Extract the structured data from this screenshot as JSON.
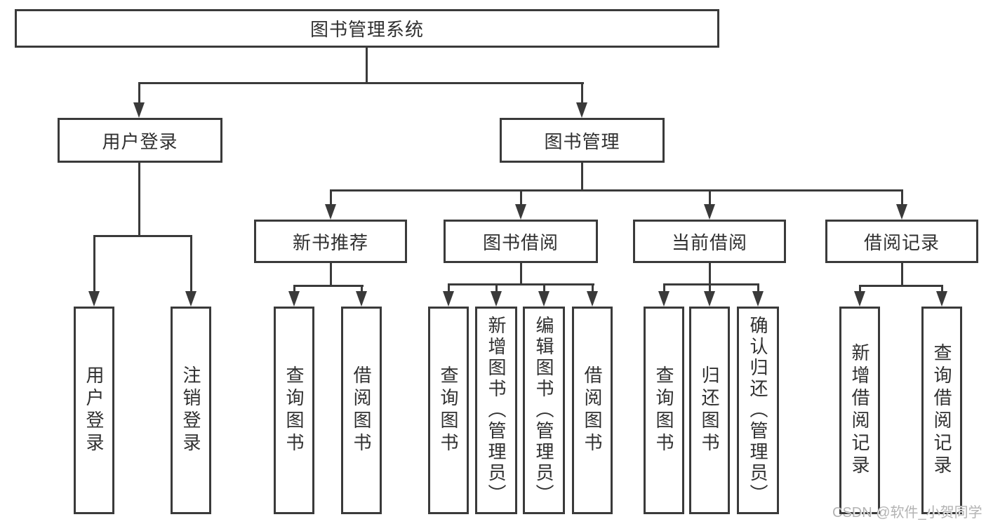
{
  "diagram_type": "hierarchy-tree",
  "nodes": {
    "root": {
      "label": "图书管理系统"
    },
    "user_login": {
      "label": "用户登录",
      "children": [
        "用户登录",
        "注销登录"
      ]
    },
    "book_mgmt": {
      "label": "图书管理"
    },
    "new_book_rec": {
      "label": "新书推荐",
      "children": [
        "查询图书",
        "借阅图书"
      ]
    },
    "book_borrow": {
      "label": "图书借阅",
      "children": [
        "查询图书",
        "新增图书（管理员）",
        "编辑图书（管理员）",
        "借阅图书"
      ]
    },
    "current_borrow": {
      "label": "当前借阅",
      "children": [
        "查询图书",
        "归还图书",
        "确认归还（管理员）"
      ]
    },
    "borrow_records": {
      "label": "借阅记录",
      "children": [
        "新增借阅记录",
        "查询借阅记录"
      ]
    }
  },
  "watermark": "CSDN @软件_小贺同学",
  "colors": {
    "line": "#3a3a3a",
    "text": "#303030",
    "watermark": "#b3b3b3",
    "background": "#ffffff"
  }
}
